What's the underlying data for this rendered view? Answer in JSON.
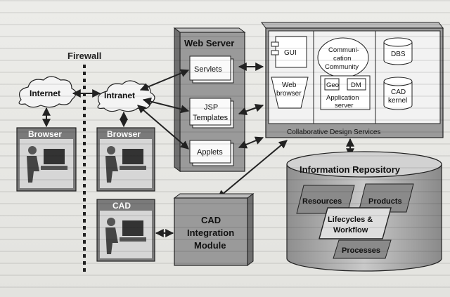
{
  "firewall": {
    "label": "Firewall"
  },
  "clouds": {
    "internet": "Internet",
    "intranet": "Intranet"
  },
  "clients": {
    "browser_left": "Browser",
    "browser_right": "Browser",
    "cad": "CAD"
  },
  "web_server": {
    "title": "Web Server",
    "servlets": "Servlets",
    "jsp_line1": "JSP",
    "jsp_line2": "Templates",
    "applets": "Applets"
  },
  "collab": {
    "gui": "GUI",
    "web_browser_line1": "Web",
    "web_browser_line2": "browser",
    "comm_line1": "Communi-",
    "comm_line2": "cation",
    "comm_line3": "Community",
    "geo": "Geo",
    "dm": "DM",
    "app_server_line1": "Application",
    "app_server_line2": "server",
    "dbs": "DBS",
    "cad_kernel_line1": "CAD",
    "cad_kernel_line2": "kernel",
    "caption": "Collaborative Design Services"
  },
  "cad_module": {
    "line1": "CAD",
    "line2": "Integration",
    "line3": "Module"
  },
  "repository": {
    "title": "Information Repository",
    "resources": "Resources",
    "products": "Products",
    "lifecycles_line1": "Lifecycles &",
    "lifecycles_line2": "Workflow",
    "processes": "Processes"
  }
}
